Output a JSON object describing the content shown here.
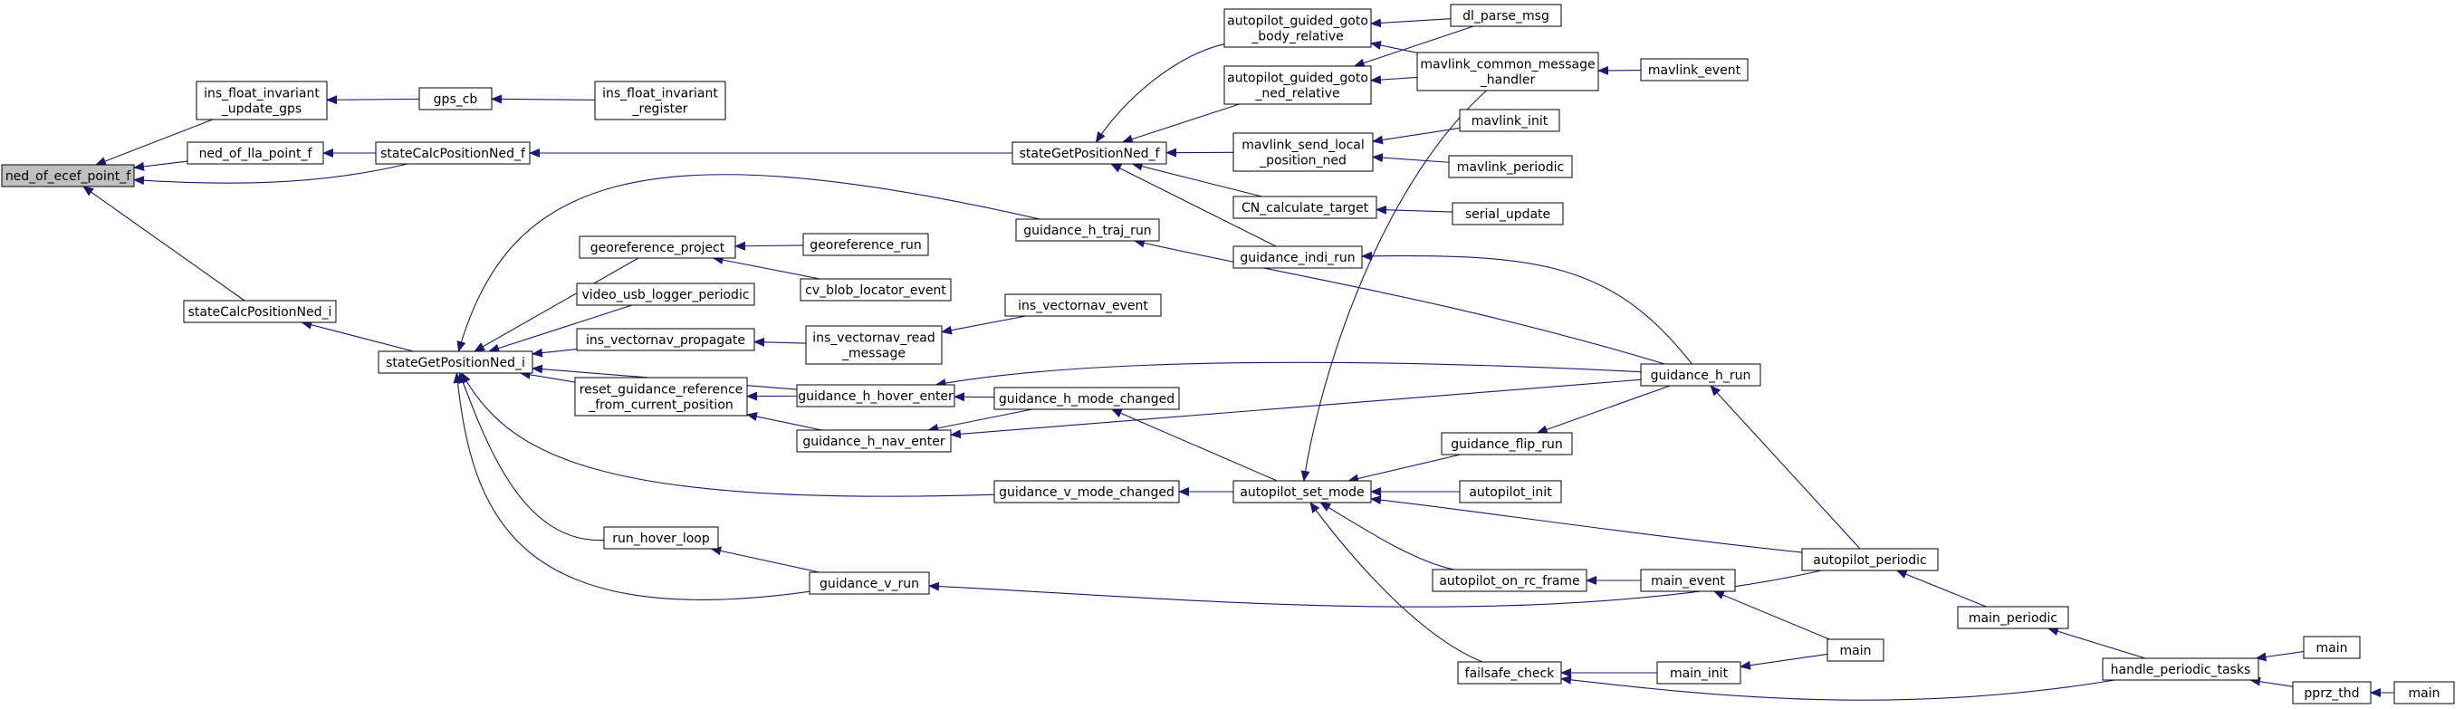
{
  "graph": {
    "title": "",
    "root": "ned_of_ecef_point_f",
    "nodes": [
      {
        "id": "ned_of_ecef_point_f",
        "lines": [
          "ned_of_ecef_point_f"
        ],
        "root": true
      },
      {
        "id": "ins_float_invariant_update_gps",
        "lines": [
          "ins_float_invariant",
          "_update_gps"
        ]
      },
      {
        "id": "ned_of_lla_point_f",
        "lines": [
          "ned_of_lla_point_f"
        ]
      },
      {
        "id": "stateCalcPositionNed_i",
        "lines": [
          "stateCalcPositionNed_i"
        ]
      },
      {
        "id": "gps_cb",
        "lines": [
          "gps_cb"
        ]
      },
      {
        "id": "ins_float_invariant_register",
        "lines": [
          "ins_float_invariant",
          "_register"
        ]
      },
      {
        "id": "stateCalcPositionNed_f",
        "lines": [
          "stateCalcPositionNed_f"
        ]
      },
      {
        "id": "stateGetPositionNed_i",
        "lines": [
          "stateGetPositionNed_i"
        ]
      },
      {
        "id": "stateGetPositionNed_f",
        "lines": [
          "stateGetPositionNed_f"
        ]
      },
      {
        "id": "georeference_project",
        "lines": [
          "georeference_project"
        ]
      },
      {
        "id": "video_usb_logger_periodic",
        "lines": [
          "video_usb_logger_periodic"
        ]
      },
      {
        "id": "ins_vectornav_propagate",
        "lines": [
          "ins_vectornav_propagate"
        ]
      },
      {
        "id": "reset_guidance_reference",
        "lines": [
          "reset_guidance_reference",
          "_from_current_position"
        ]
      },
      {
        "id": "run_hover_loop",
        "lines": [
          "run_hover_loop"
        ]
      },
      {
        "id": "georeference_run",
        "lines": [
          "georeference_run"
        ]
      },
      {
        "id": "cv_blob_locator_event",
        "lines": [
          "cv_blob_locator_event"
        ]
      },
      {
        "id": "ins_vectornav_read_message",
        "lines": [
          "ins_vectornav_read",
          "_message"
        ]
      },
      {
        "id": "guidance_h_traj_run",
        "lines": [
          "guidance_h_traj_run"
        ]
      },
      {
        "id": "guidance_h_hover_enter",
        "lines": [
          "guidance_h_hover_enter"
        ]
      },
      {
        "id": "guidance_h_nav_enter",
        "lines": [
          "guidance_h_nav_enter"
        ]
      },
      {
        "id": "guidance_v_mode_changed",
        "lines": [
          "guidance_v_mode_changed"
        ]
      },
      {
        "id": "guidance_v_run",
        "lines": [
          "guidance_v_run"
        ]
      },
      {
        "id": "guidance_h_mode_changed",
        "lines": [
          "guidance_h_mode_changed"
        ]
      },
      {
        "id": "ins_vectornav_event",
        "lines": [
          "ins_vectornav_event"
        ]
      },
      {
        "id": "autopilot_guided_goto_body_relative",
        "lines": [
          "autopilot_guided_goto",
          "_body_relative"
        ]
      },
      {
        "id": "autopilot_guided_goto_ned_relative",
        "lines": [
          "autopilot_guided_goto",
          "_ned_relative"
        ]
      },
      {
        "id": "mavlink_send_local_position_ned",
        "lines": [
          "mavlink_send_local",
          "_position_ned"
        ]
      },
      {
        "id": "CN_calculate_target",
        "lines": [
          "CN_calculate_target"
        ]
      },
      {
        "id": "guidance_indi_run",
        "lines": [
          "guidance_indi_run"
        ]
      },
      {
        "id": "autopilot_set_mode",
        "lines": [
          "autopilot_set_mode"
        ]
      },
      {
        "id": "autopilot_on_rc_frame",
        "lines": [
          "autopilot_on_rc_frame"
        ]
      },
      {
        "id": "failsafe_check",
        "lines": [
          "failsafe_check"
        ]
      },
      {
        "id": "dl_parse_msg",
        "lines": [
          "dl_parse_msg"
        ]
      },
      {
        "id": "mavlink_common_message_handler",
        "lines": [
          "mavlink_common_message",
          "_handler"
        ]
      },
      {
        "id": "mavlink_init",
        "lines": [
          "mavlink_init"
        ]
      },
      {
        "id": "mavlink_periodic",
        "lines": [
          "mavlink_periodic"
        ]
      },
      {
        "id": "serial_update",
        "lines": [
          "serial_update"
        ]
      },
      {
        "id": "guidance_flip_run",
        "lines": [
          "guidance_flip_run"
        ]
      },
      {
        "id": "autopilot_init",
        "lines": [
          "autopilot_init"
        ]
      },
      {
        "id": "main_event",
        "lines": [
          "main_event"
        ]
      },
      {
        "id": "main_init",
        "lines": [
          "main_init"
        ]
      },
      {
        "id": "mavlink_event",
        "lines": [
          "mavlink_event"
        ]
      },
      {
        "id": "guidance_h_run",
        "lines": [
          "guidance_h_run"
        ]
      },
      {
        "id": "autopilot_periodic",
        "lines": [
          "autopilot_periodic"
        ]
      },
      {
        "id": "main_a",
        "lines": [
          "main"
        ]
      },
      {
        "id": "main_periodic",
        "lines": [
          "main_periodic"
        ]
      },
      {
        "id": "handle_periodic_tasks",
        "lines": [
          "handle_periodic_tasks"
        ]
      },
      {
        "id": "main_b",
        "lines": [
          "main"
        ]
      },
      {
        "id": "pprz_thd",
        "lines": [
          "pprz_thd"
        ]
      },
      {
        "id": "main_c",
        "lines": [
          "main"
        ]
      }
    ],
    "edges": [
      [
        "ins_float_invariant_update_gps",
        "ned_of_ecef_point_f"
      ],
      [
        "ned_of_lla_point_f",
        "ned_of_ecef_point_f"
      ],
      [
        "stateCalcPositionNed_f",
        "ned_of_ecef_point_f"
      ],
      [
        "stateCalcPositionNed_i",
        "ned_of_ecef_point_f"
      ],
      [
        "gps_cb",
        "ins_float_invariant_update_gps"
      ],
      [
        "ins_float_invariant_register",
        "gps_cb"
      ],
      [
        "stateCalcPositionNed_f",
        "ned_of_lla_point_f"
      ],
      [
        "stateGetPositionNed_f",
        "stateCalcPositionNed_f"
      ],
      [
        "stateGetPositionNed_i",
        "stateCalcPositionNed_i"
      ],
      [
        "autopilot_guided_goto_body_relative",
        "stateGetPositionNed_f"
      ],
      [
        "autopilot_guided_goto_ned_relative",
        "stateGetPositionNed_f"
      ],
      [
        "mavlink_send_local_position_ned",
        "stateGetPositionNed_f"
      ],
      [
        "CN_calculate_target",
        "stateGetPositionNed_f"
      ],
      [
        "guidance_indi_run",
        "stateGetPositionNed_f"
      ],
      [
        "dl_parse_msg",
        "autopilot_guided_goto_body_relative"
      ],
      [
        "mavlink_common_message_handler",
        "autopilot_guided_goto_body_relative"
      ],
      [
        "dl_parse_msg",
        "autopilot_guided_goto_ned_relative"
      ],
      [
        "mavlink_common_message_handler",
        "autopilot_guided_goto_ned_relative"
      ],
      [
        "mavlink_event",
        "mavlink_common_message_handler"
      ],
      [
        "mavlink_init",
        "mavlink_send_local_position_ned"
      ],
      [
        "mavlink_periodic",
        "mavlink_send_local_position_ned"
      ],
      [
        "serial_update",
        "CN_calculate_target"
      ],
      [
        "guidance_h_run",
        "guidance_indi_run"
      ],
      [
        "georeference_project",
        "stateGetPositionNed_i"
      ],
      [
        "video_usb_logger_periodic",
        "stateGetPositionNed_i"
      ],
      [
        "ins_vectornav_propagate",
        "stateGetPositionNed_i"
      ],
      [
        "reset_guidance_reference",
        "stateGetPositionNed_i"
      ],
      [
        "run_hover_loop",
        "stateGetPositionNed_i"
      ],
      [
        "guidance_h_traj_run",
        "stateGetPositionNed_i"
      ],
      [
        "guidance_h_hover_enter",
        "stateGetPositionNed_i"
      ],
      [
        "guidance_v_mode_changed",
        "stateGetPositionNed_i"
      ],
      [
        "guidance_v_run",
        "stateGetPositionNed_i"
      ],
      [
        "georeference_run",
        "georeference_project"
      ],
      [
        "cv_blob_locator_event",
        "georeference_project"
      ],
      [
        "ins_vectornav_read_message",
        "ins_vectornav_propagate"
      ],
      [
        "ins_vectornav_event",
        "ins_vectornav_read_message"
      ],
      [
        "guidance_h_hover_enter",
        "reset_guidance_reference"
      ],
      [
        "guidance_h_nav_enter",
        "reset_guidance_reference"
      ],
      [
        "guidance_v_run",
        "run_hover_loop"
      ],
      [
        "guidance_h_run",
        "guidance_h_traj_run"
      ],
      [
        "guidance_h_mode_changed",
        "guidance_h_hover_enter"
      ],
      [
        "guidance_h_run",
        "guidance_h_hover_enter"
      ],
      [
        "guidance_h_mode_changed",
        "guidance_h_nav_enter"
      ],
      [
        "guidance_h_run",
        "guidance_h_nav_enter"
      ],
      [
        "autopilot_set_mode",
        "guidance_h_mode_changed"
      ],
      [
        "autopilot_set_mode",
        "guidance_v_mode_changed"
      ],
      [
        "autopilot_periodic",
        "guidance_v_run"
      ],
      [
        "mavlink_common_message_handler",
        "autopilot_set_mode"
      ],
      [
        "guidance_flip_run",
        "autopilot_set_mode"
      ],
      [
        "autopilot_init",
        "autopilot_set_mode"
      ],
      [
        "autopilot_periodic",
        "autopilot_set_mode"
      ],
      [
        "autopilot_on_rc_frame",
        "autopilot_set_mode"
      ],
      [
        "failsafe_check",
        "autopilot_set_mode"
      ],
      [
        "guidance_h_run",
        "guidance_flip_run"
      ],
      [
        "autopilot_periodic",
        "guidance_h_run"
      ],
      [
        "main_event",
        "autopilot_on_rc_frame"
      ],
      [
        "main_init",
        "failsafe_check"
      ],
      [
        "handle_periodic_tasks",
        "failsafe_check"
      ],
      [
        "main_a",
        "main_event"
      ],
      [
        "main_a",
        "main_init"
      ],
      [
        "main_periodic",
        "autopilot_periodic"
      ],
      [
        "handle_periodic_tasks",
        "main_periodic"
      ],
      [
        "main_b",
        "handle_periodic_tasks"
      ],
      [
        "pprz_thd",
        "handle_periodic_tasks"
      ],
      [
        "main_c",
        "pprz_thd"
      ]
    ]
  }
}
